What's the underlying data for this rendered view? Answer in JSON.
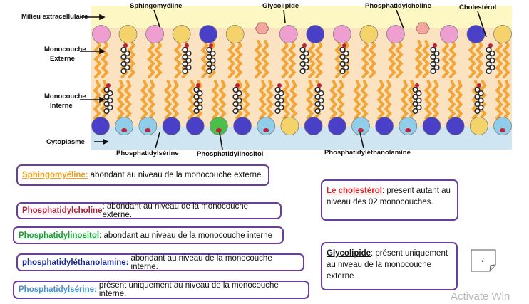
{
  "diagram": {
    "labels": {
      "extracellular": "Milieu extracellulaire",
      "outer_layer_line1": "Monocouche",
      "outer_layer_line2": "Externe",
      "inner_layer_line1": "Monocouche",
      "inner_layer_line2": "Interne",
      "cytoplasm": "Cytoplasme",
      "sphingomyelin": "Sphingomyéline",
      "glycolipid": "Glycolipide",
      "phosphatidylcholine": "Phosphatidylcholine",
      "cholesterol": "Cholestérol",
      "phosphatidylserine": "Phosphatidylsérine",
      "phosphatidylinositol": "Phosphatidylinositol",
      "phosphatidylethanolamine": "Phosphatidyléthanolamine"
    },
    "colors": {
      "extracellular_bg": "#fdf7c4",
      "membrane_bg": "#fbe3c2",
      "cytoplasm_bg": "#cfe6f2",
      "tail": "#f2a63a",
      "sphingomyelin_head": "#f4d36a",
      "phosphatidylcholine_head": "#ef9fcf",
      "phosphatidylethanolamine_head": "#4a3fc7",
      "phosphatidylserine_head": "#8fcde8",
      "phosphatidylinositol_head": "#4cbf4a",
      "glycolipid_head": "#f3a7a0",
      "cholesterol": "#2b2b2b"
    },
    "outer_heads": [
      "pc",
      "sm",
      "pc",
      "sm",
      "pe",
      "sm",
      "glyco",
      "pc",
      "pe",
      "pc",
      "sm",
      "pc",
      "glyco",
      "pc",
      "pe",
      "sm"
    ],
    "inner_heads": [
      "pe",
      "ps",
      "ps",
      "pe",
      "pe",
      "pi",
      "pe",
      "ps",
      "sm",
      "pe",
      "pe",
      "ps",
      "pe",
      "ps",
      "pe",
      "pe",
      "sm",
      "ps"
    ]
  },
  "boxes": [
    {
      "term": "Sphingomyéline:",
      "desc": "abondant au niveau de  la monocouche externe.",
      "term_color": "#f0a020"
    },
    {
      "term": "Phosphatidylcholine",
      "desc": ": abondant au niveau de la monocouche externe.",
      "term_color": "#b0203a"
    },
    {
      "term": "Phosphatidylinositol",
      "desc": ": abondant au niveau de la monocouche interne",
      "term_color": "#18a035"
    },
    {
      "term": "phosphatidyléthanolamine:",
      "desc": "abondant au niveau de la monocouche interne.",
      "term_color": "#1a2a8a"
    },
    {
      "term": "Phosphatidylsérine:",
      "desc": "présent uniquement au niveau de la monocouche interne.",
      "term_color": "#4a90d0"
    }
  ],
  "right_boxes": {
    "cholesterol": {
      "term": "Le cholestérol",
      "desc": ": présent autant au niveau des 02 monocouches.",
      "term_color": "#e02020"
    },
    "glycolipid": {
      "term": "Glycolipide",
      "desc": ":  présent uniquement au niveau de la monocouche externe",
      "term_color": "#111111"
    }
  },
  "page_number": "7",
  "watermark": "Activate Win"
}
